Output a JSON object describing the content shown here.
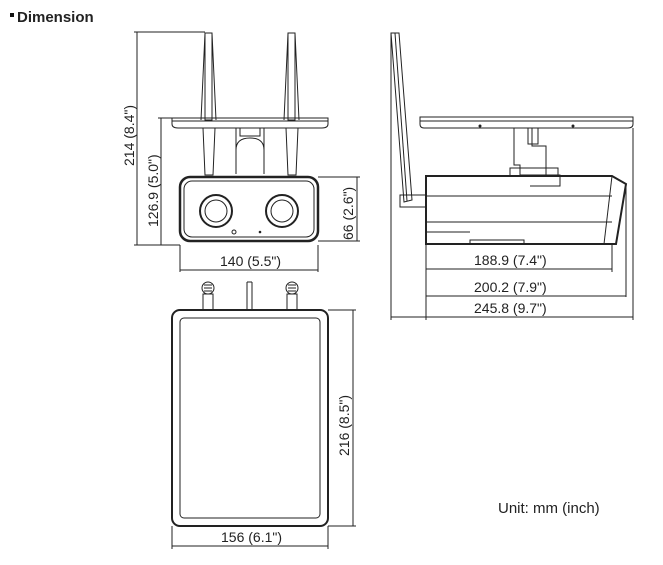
{
  "heading": "Dimension",
  "dimensions": {
    "front_height_total": "214 (8.4\")",
    "front_height_mount": "126.9 (5.0\")",
    "front_body_height": "66 (2.6\")",
    "front_width": "140 (5.5\")",
    "side_depth_body": "188.9 (7.4\")",
    "side_depth_with_mount": "200.2 (7.9\")",
    "side_depth_total": "245.8 (9.7\")",
    "top_height": "216 (8.5\")",
    "top_width": "156 (6.1\")"
  },
  "unit_note": "Unit: mm (inch)"
}
